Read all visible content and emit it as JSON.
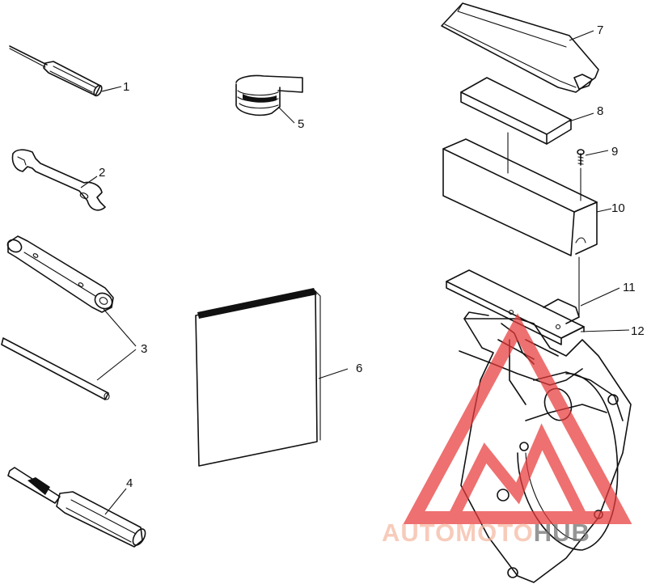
{
  "callouts": {
    "c1": "1",
    "c2": "2",
    "c3": "3",
    "c4": "4",
    "c5": "5",
    "c6": "6",
    "c7": "7",
    "c8": "8",
    "c9": "9",
    "c10": "10",
    "c11": "11",
    "c12": "12"
  },
  "watermark": {
    "part1": "AUTO",
    "part2": "MOTO",
    "part3": "HUB",
    "color_light": "#f5b8a0",
    "color_dark": "#6e6e6e",
    "triangle_color": "#e83a3a"
  }
}
